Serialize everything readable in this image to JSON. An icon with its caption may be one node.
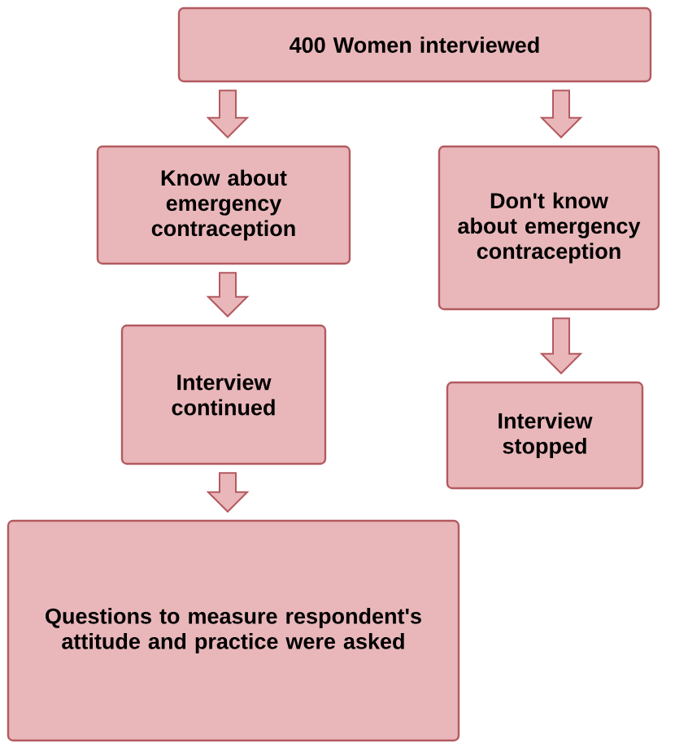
{
  "diagram": {
    "nodes": [
      {
        "text": [
          "400 Women interviewed"
        ]
      },
      {
        "text": [
          "Know about emergency contraception"
        ]
      },
      {
        "text": [
          "Don't know about emergency contraception"
        ]
      },
      {
        "text": [
          "Interview continued"
        ]
      },
      {
        "text": [
          "Interview stopped"
        ]
      },
      {
        "text": [
          "Questions to measure respondent's attitude and practice were asked"
        ]
      }
    ],
    "edges": [
      {
        "from": 0,
        "to": 1,
        "arrow": "to"
      },
      {
        "from": 0,
        "to": 2,
        "arrow": "to"
      },
      {
        "from": 1,
        "to": 3,
        "arrow": "to"
      },
      {
        "from": 2,
        "to": 4,
        "arrow": "to"
      },
      {
        "from": 3,
        "to": 5,
        "arrow": "to"
      }
    ]
  }
}
